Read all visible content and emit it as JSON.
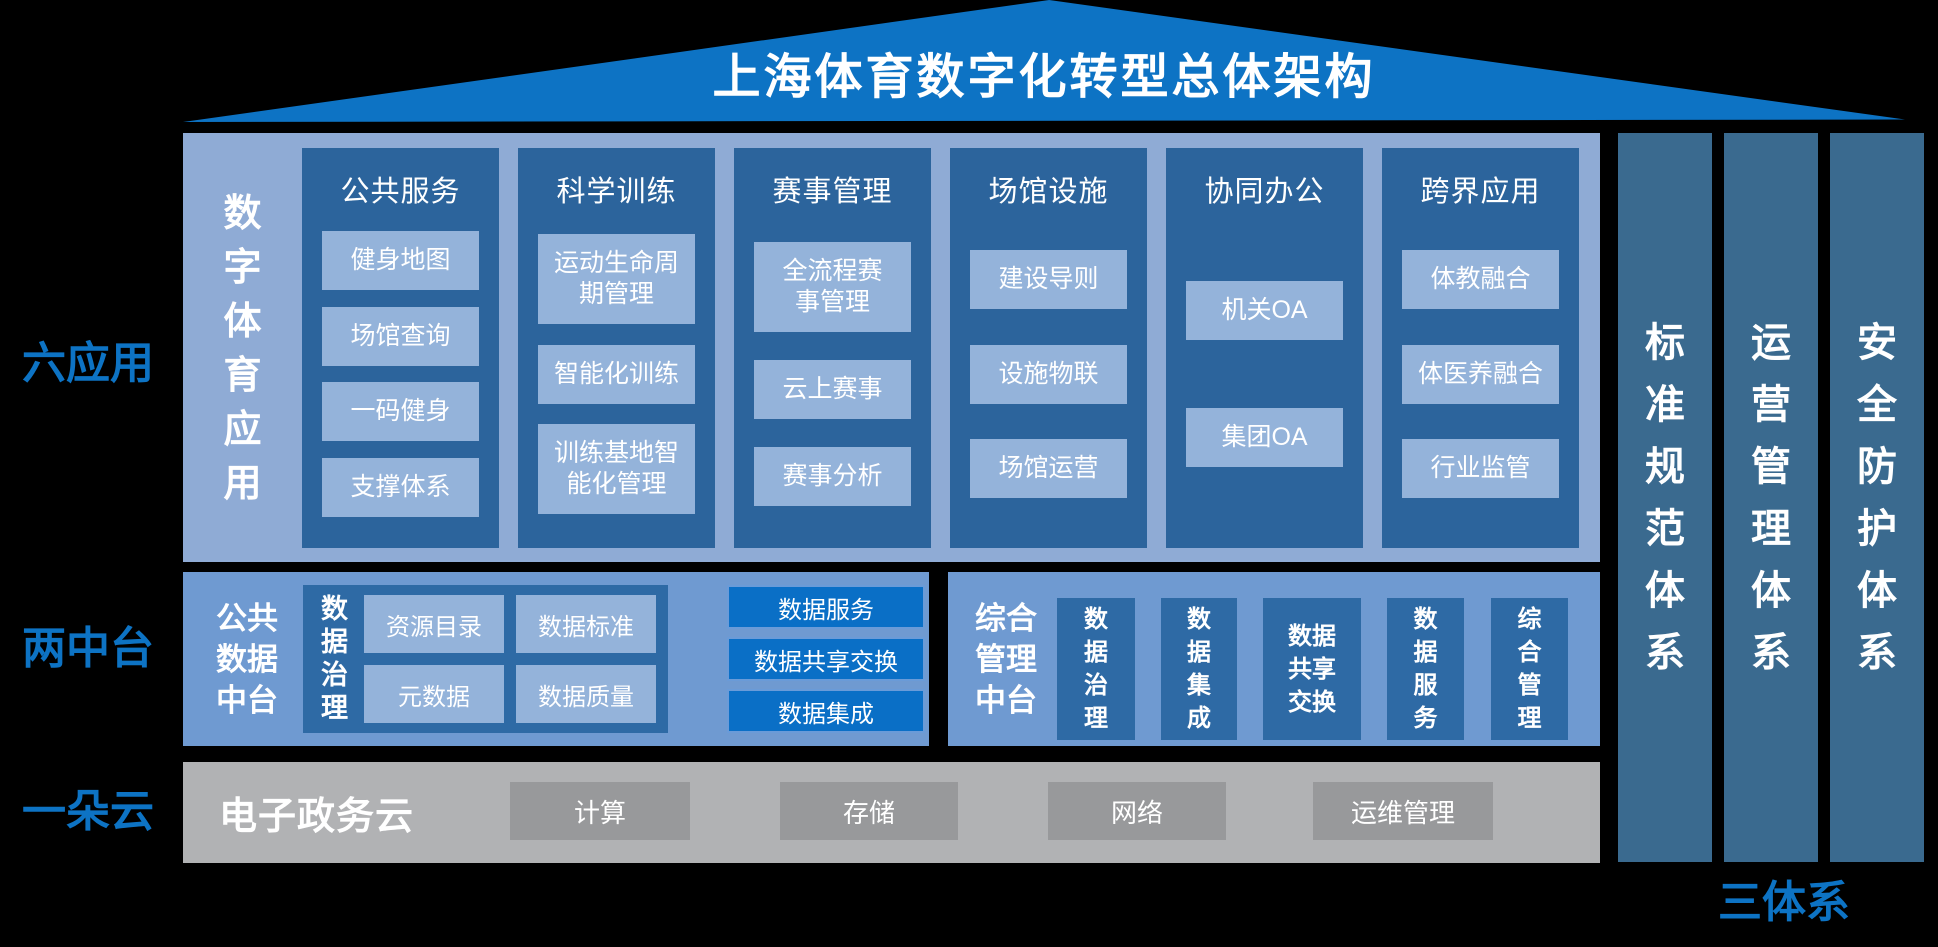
{
  "title": "上海体育数字化转型总体架构",
  "layer_labels": {
    "applications": "六应用",
    "platforms": "两中台",
    "cloud": "一朵云",
    "systems": "三体系"
  },
  "application_layer": {
    "side_label": "数\n字\n体\n育\n应\n用",
    "columns": [
      {
        "header": "公共服务",
        "items": [
          "健身地图",
          "场馆查询",
          "一码健身",
          "支撑体系"
        ]
      },
      {
        "header": "科学训练",
        "items": [
          "运动生命周\n期管理",
          "智能化训练",
          "训练基地智\n能化管理"
        ]
      },
      {
        "header": "赛事管理",
        "items": [
          "全流程赛\n事管理",
          "云上赛事",
          "赛事分析"
        ]
      },
      {
        "header": "场馆设施",
        "items": [
          "建设导则",
          "设施物联",
          "场馆运营"
        ]
      },
      {
        "header": "协同办公",
        "items": [
          "机关OA",
          "集团OA"
        ]
      },
      {
        "header": "跨界应用",
        "items": [
          "体教融合",
          "体医养融合",
          "行业监管"
        ]
      }
    ]
  },
  "platform_layer": {
    "data_platform": {
      "label": "公共\n数据\n中台",
      "governance": {
        "label": "数\n据\n治\n理",
        "items": [
          "资源目录",
          "数据标准",
          "元数据",
          "数据质量"
        ]
      },
      "services": [
        "数据服务",
        "数据共享交换",
        "数据集成"
      ]
    },
    "management_platform": {
      "label": "综合\n管理\n中台",
      "items": [
        "数\n据\n治\n理",
        "数\n据\n集\n成",
        "数据\n共享\n交换",
        "数\n据\n服\n务",
        "综\n合\n管\n理"
      ]
    }
  },
  "cloud_layer": {
    "label": "电子政务云",
    "items": [
      "计算",
      "存储",
      "网络",
      "运维管理"
    ]
  },
  "system_pillars": [
    "标\n准\n规\n范\n体\n系",
    "运\n营\n管\n理\n体\n系",
    "安\n全\n防\n护\n体\n系"
  ],
  "colors": {
    "accent_blue": "#0d73c4",
    "panel_light_blue": "#8fabd5",
    "column_blue": "#2c649c",
    "item_light_blue": "#94b3da",
    "pillar_blue": "#3a6a8f",
    "mid_panel_blue": "#6f9ad1",
    "mid_box_blue": "#2e6aa5",
    "service_bright_blue": "#0a6fc6",
    "cloud_gray": "#b1b2b4",
    "cloud_box_gray": "#98999b"
  }
}
